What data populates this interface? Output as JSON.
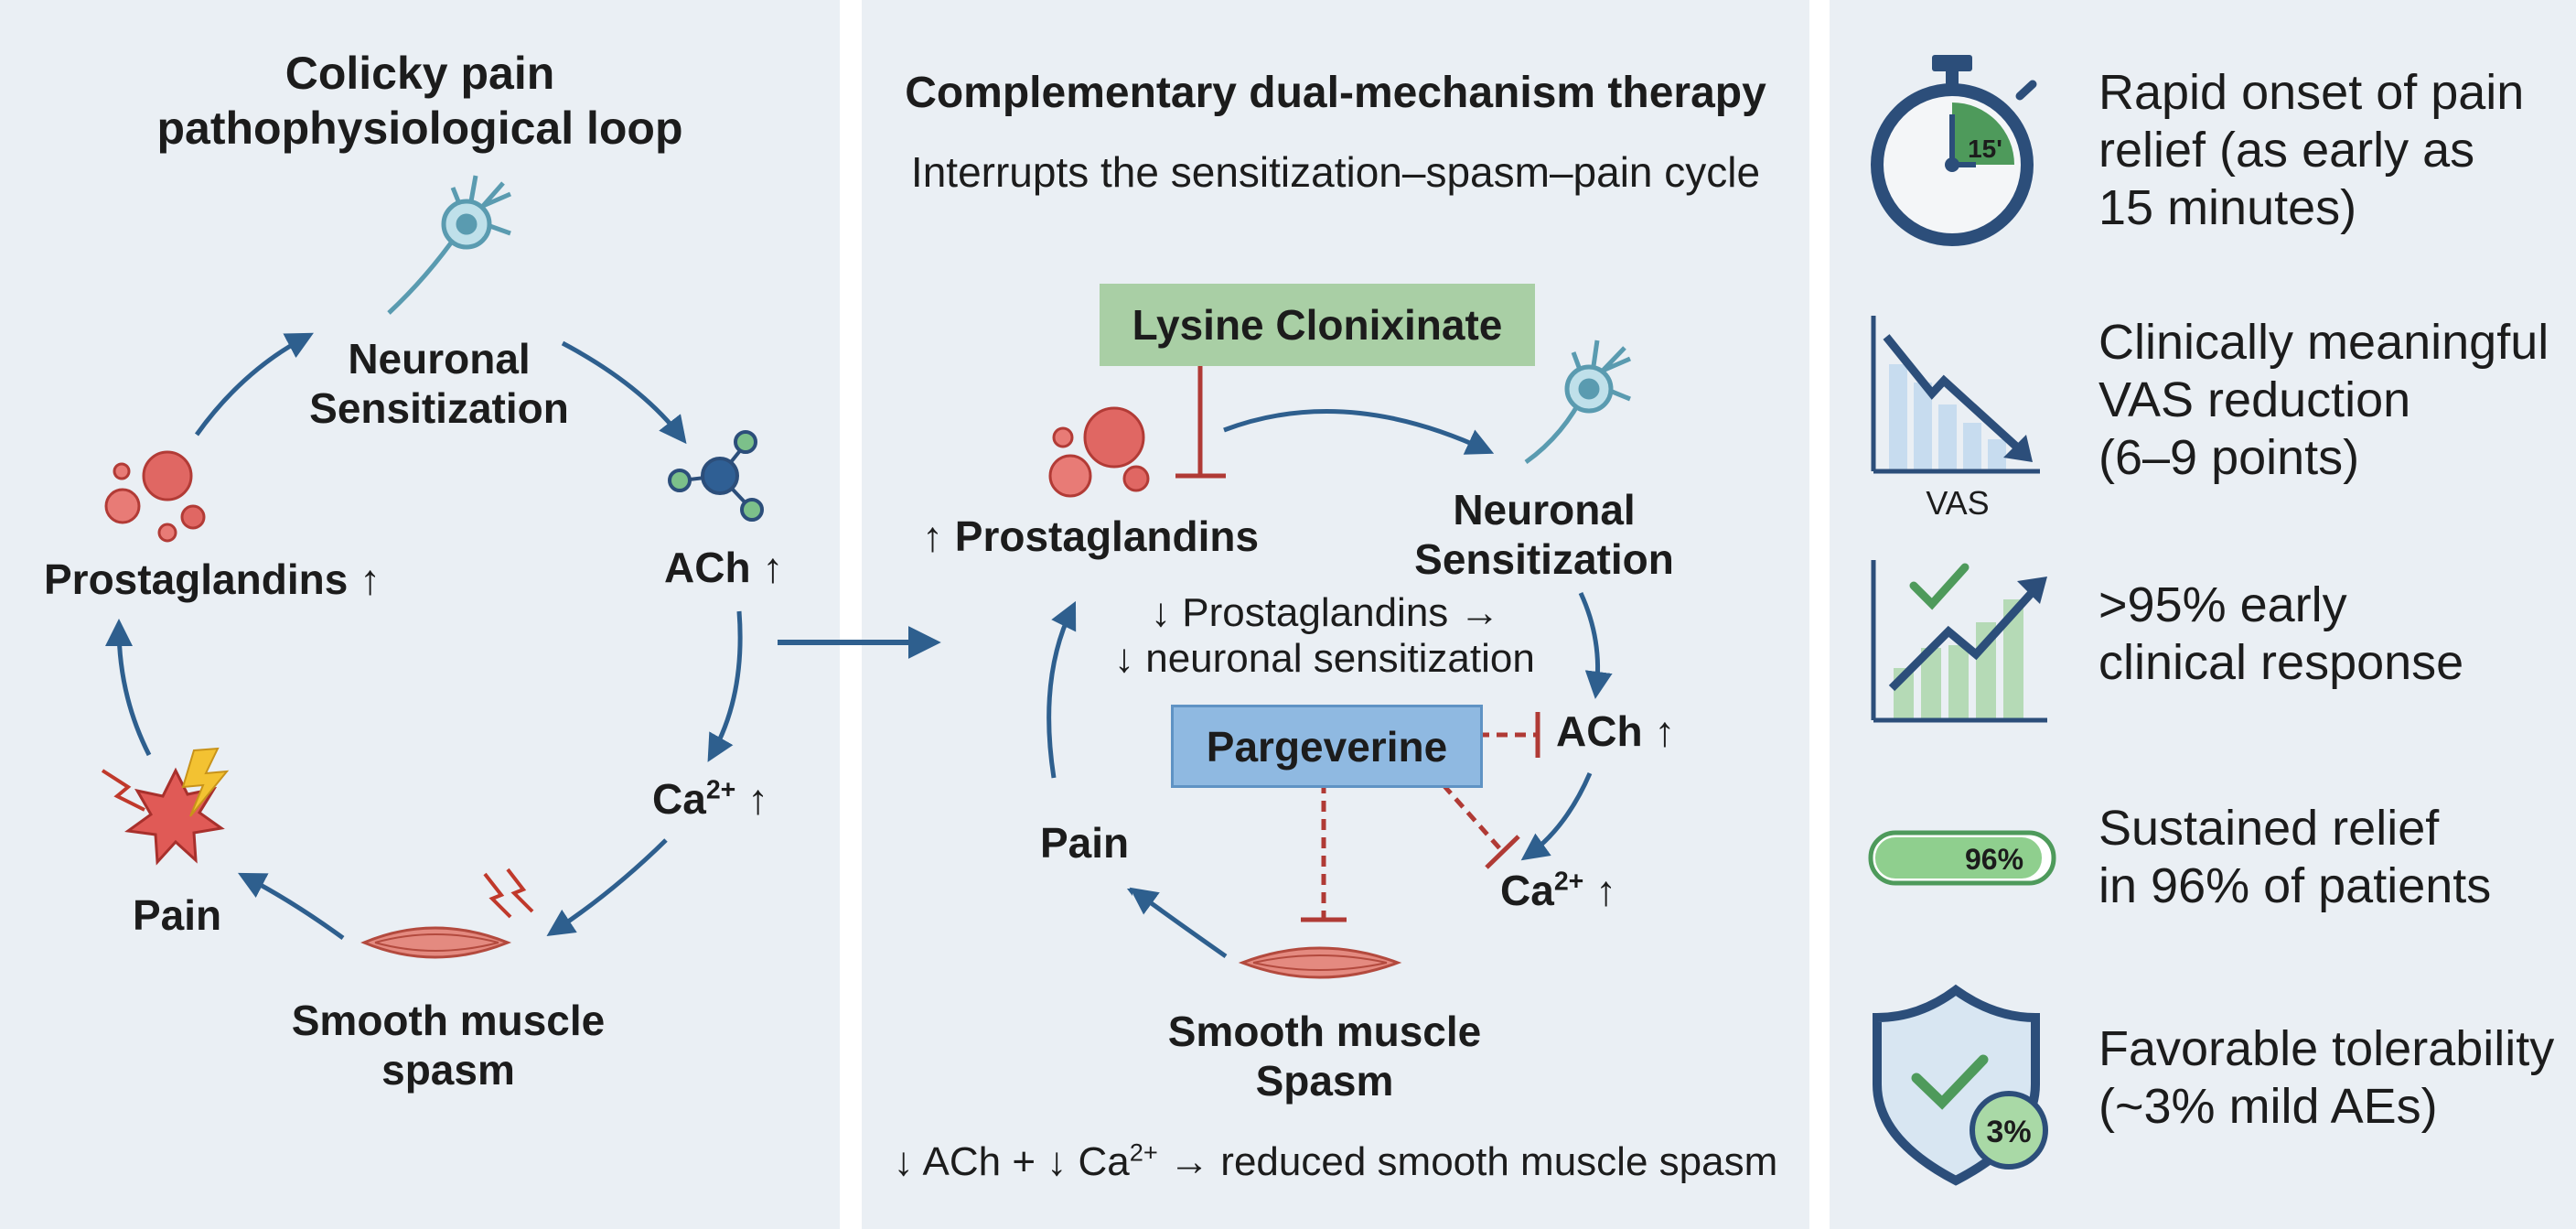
{
  "left_panel": {
    "title_line1": "Colicky pain",
    "title_line2": "pathophysiological loop",
    "neuronal_line1": "Neuronal",
    "neuronal_line2": "Sensitization",
    "ach": "ACh ↑",
    "ca_base": "Ca",
    "ca_sup": "2+",
    "ca_arrow": " ↑",
    "smooth_line1": "Smooth muscle",
    "smooth_line2": "spasm",
    "pain": "Pain",
    "prostaglandins": "Prostaglandins ↑"
  },
  "middle_panel": {
    "title": "Complementary dual-mechanism therapy",
    "subtitle": "Interrupts the sensitization–spasm–pain cycle",
    "lysine_label": "Lysine Clonixinate",
    "prostaglandins": "↑ Prostaglandins",
    "neuronal_line1": "Neuronal",
    "neuronal_line2": "Sensitization",
    "effect_line1": "↓ Prostaglandins →",
    "effect_line2": "↓ neuronal sensitization",
    "pargeverine_label": "Pargeverine",
    "ach": "ACh ↑",
    "ca_base": "Ca",
    "ca_sup": "2+",
    "ca_arrow": " ↑",
    "pain": "Pain",
    "smooth_line1": "Smooth muscle",
    "smooth_line2": "Spasm",
    "footer_a": "↓ ACh + ↓ Ca",
    "footer_sup": "2+",
    "footer_b": " → reduced smooth muscle spasm"
  },
  "right_panel": {
    "features": [
      {
        "icon": "stopwatch-icon",
        "lines": [
          "Rapid onset of pain",
          "relief (as early as",
          "15 minutes)"
        ],
        "badge": "15'"
      },
      {
        "icon": "vas-chart-icon",
        "lines": [
          "Clinically meaningful",
          "VAS reduction",
          "(6–9 points)"
        ],
        "badge": "VAS"
      },
      {
        "icon": "rising-chart-icon",
        "lines": [
          ">95% early",
          "clinical response"
        ]
      },
      {
        "icon": "progress-pill-icon",
        "lines": [
          "Sustained relief",
          "in 96% of patients"
        ],
        "badge": "96%",
        "fill": 0.96
      },
      {
        "icon": "shield-check-icon",
        "lines": [
          "Favorable tolerability",
          "(~3% mild AEs)"
        ],
        "badge": "3%"
      }
    ]
  },
  "colors": {
    "panel_bg": "#eaeff4",
    "arrow_blue": "#2e5f8e",
    "inhibit_red": "#b03a35",
    "lysine_box": "#a9cfa5",
    "pargeverine_box": "#8fb9e1",
    "icon_navy": "#2c4e7a",
    "icon_green": "#4e9a5b"
  }
}
